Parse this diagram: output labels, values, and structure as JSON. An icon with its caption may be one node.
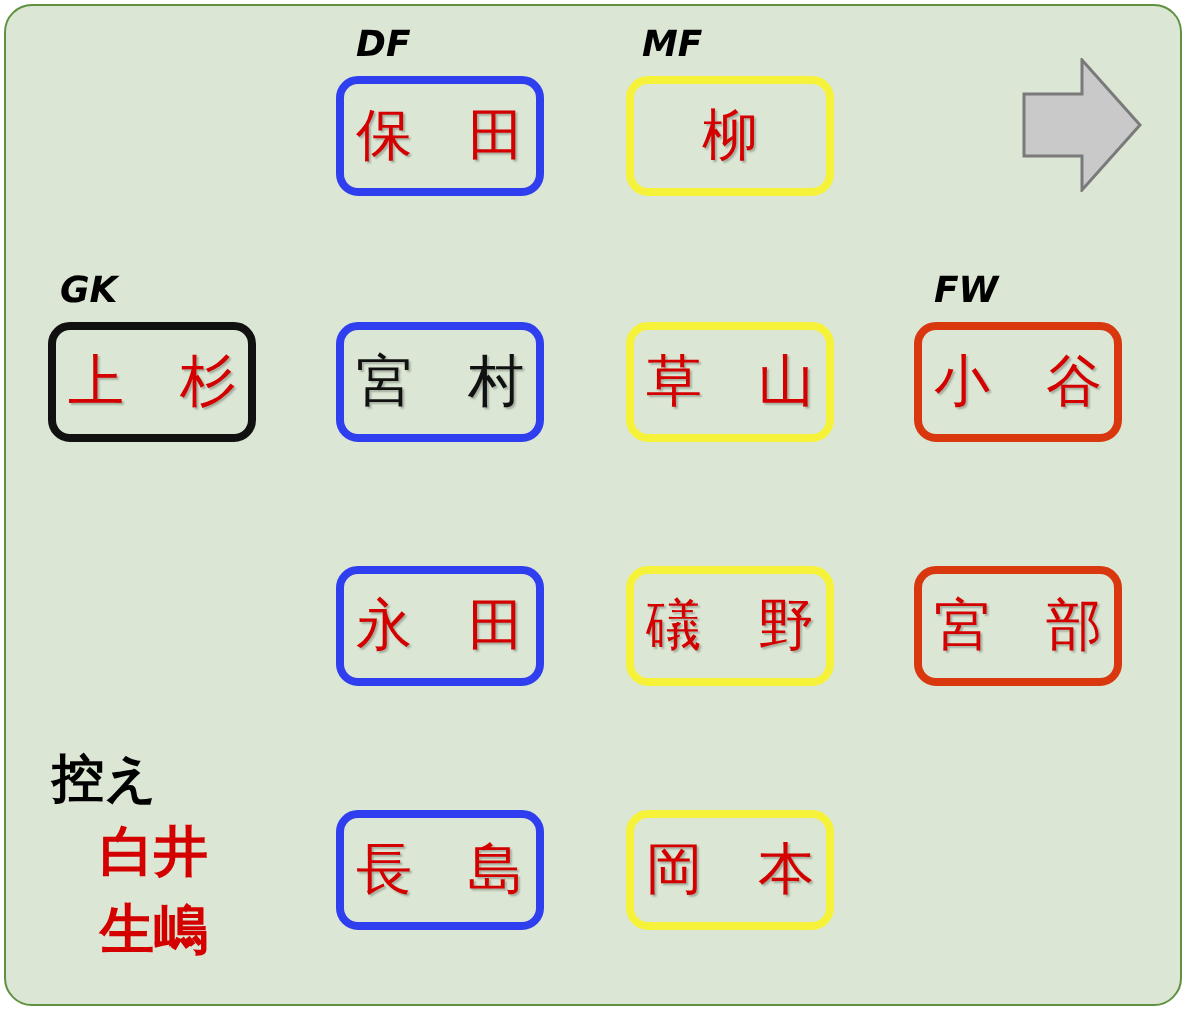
{
  "diagram": {
    "nodes": [
      {
        "text": [
          "保　田"
        ]
      },
      {
        "text": [
          "柳"
        ]
      },
      {
        "text": [
          "上　杉"
        ]
      },
      {
        "text": [
          "宮　村"
        ]
      },
      {
        "text": [
          "草　山"
        ]
      },
      {
        "text": [
          "小　谷"
        ]
      },
      {
        "text": [
          "永　田"
        ]
      },
      {
        "text": [
          "礒　野"
        ]
      },
      {
        "text": [
          "宮　部"
        ]
      },
      {
        "text": [
          "長　島"
        ]
      },
      {
        "text": [
          "岡　本"
        ]
      }
    ],
    "labels": [
      "DF",
      "MF",
      "GK",
      "FW",
      "控え",
      "白井",
      "生嶋"
    ]
  }
}
